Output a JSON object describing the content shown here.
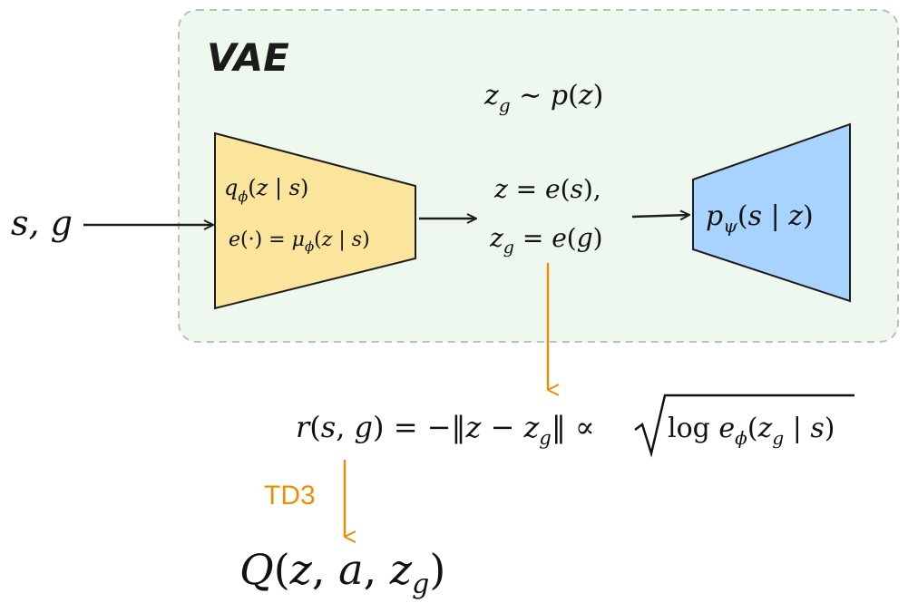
{
  "vae_box": {
    "label": "VAE",
    "fill": "#eef8ee",
    "stroke": "#b9c4b9"
  },
  "input": {
    "text": "s, g"
  },
  "encoder": {
    "fill": "#fbe49b",
    "stroke": "#1d1d1d",
    "line1": "qϕ(z | s)",
    "line2": "e(·) = μϕ(z | s)"
  },
  "prior": {
    "text": "zg ∼ p(z)"
  },
  "latent": {
    "line1": "z = e(s),",
    "line2": "zg = e(g)"
  },
  "decoder": {
    "fill": "#a9d3ff",
    "stroke": "#1d1d1d",
    "text": "pψ(s | z)"
  },
  "reward": {
    "text": "r(s, g) = −‖z − zg‖ ∝ √log eϕ(zg | s)"
  },
  "td3": {
    "label": "TD3",
    "color": "#e8900a"
  },
  "q_function": {
    "text": "Q(z, a, zg)"
  }
}
